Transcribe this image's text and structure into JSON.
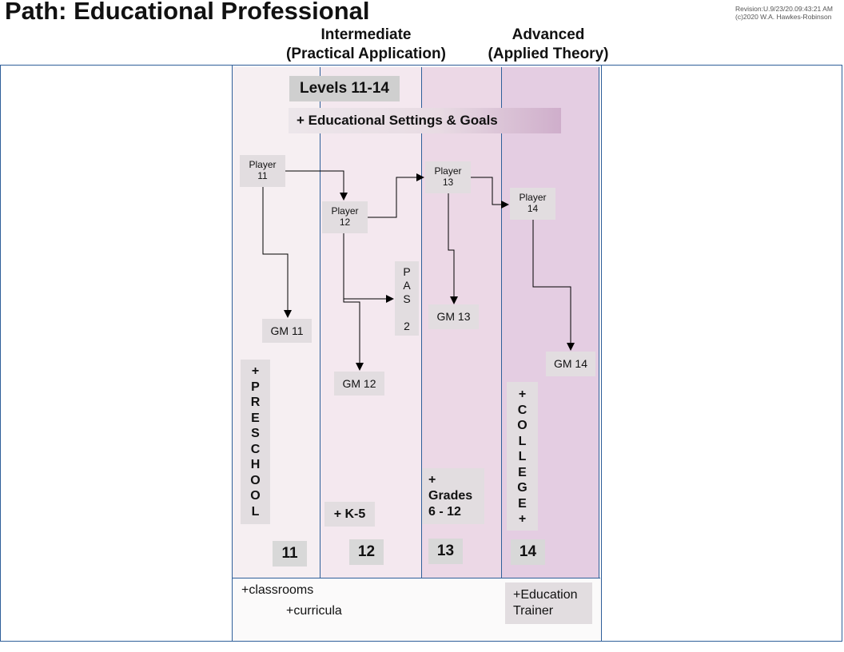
{
  "title": "Path: Educational Professional",
  "revision": {
    "line1": "Revision:U.9/23/20.09:43:21 AM",
    "line2": "(c)2020 W.A. Hawkes-Robinson"
  },
  "headers": {
    "intermediate_line1": "Intermediate",
    "intermediate_line2": "(Practical Application)",
    "advanced_line1": "Advanced",
    "advanced_line2": "(Applied Theory)"
  },
  "levels_label": "Levels 11-14",
  "settings_label": "+ Educational Settings & Goals",
  "players": [
    {
      "line1": "Player",
      "line2": "11"
    },
    {
      "line1": "Player",
      "line2": "12"
    },
    {
      "line1": "Player",
      "line2": "13"
    },
    {
      "line1": "Player",
      "line2": "14"
    }
  ],
  "gms": [
    "GM 11",
    "GM 12",
    "GM 13",
    "GM 14"
  ],
  "pas": [
    "P",
    "A",
    "S",
    "",
    "2"
  ],
  "settings": {
    "preschool": "+\nP\nR\nE\nS\nC\nH\nO\nO\nL",
    "k5": "+ K-5",
    "grades": "+\nGrades\n6 - 12",
    "college": "+\nC\nO\nL\nL\nE\nG\nE\n+"
  },
  "level_numbers": [
    "11",
    "12",
    "13",
    "14"
  ],
  "footer": {
    "classrooms": "+classrooms",
    "curricula": "+curricula",
    "education_trainer": "+Education\nTrainer"
  },
  "colors": {
    "frame_border": "#2f5f9a",
    "box_fill": "#e2dde0",
    "col11": "#f6eff2",
    "col12": "#f4e8ef",
    "col13": "#ecd8e6",
    "col14": "#e4cde2"
  }
}
